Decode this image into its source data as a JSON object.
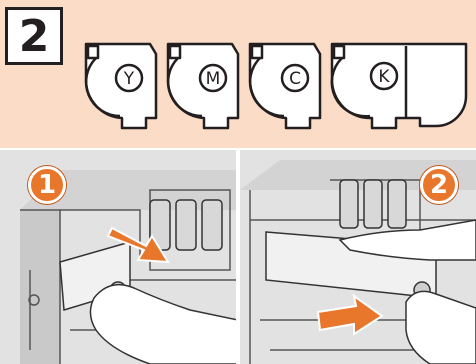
{
  "step_number": "2",
  "toner_slots": [
    {
      "letter": "Y"
    },
    {
      "letter": "M"
    },
    {
      "letter": "C"
    },
    {
      "letter": "K"
    }
  ],
  "sub_steps": [
    {
      "number": "1"
    },
    {
      "number": "2"
    }
  ],
  "colors": {
    "band": "#fbdcc6",
    "badge": "#e8772c",
    "arrow": "#e8772c",
    "ink": "#231f20"
  },
  "icons": [
    "toner-cartridge-y-icon",
    "toner-cartridge-m-icon",
    "toner-cartridge-c-icon",
    "toner-cartridge-k-icon",
    "pull-arrow-icon"
  ]
}
